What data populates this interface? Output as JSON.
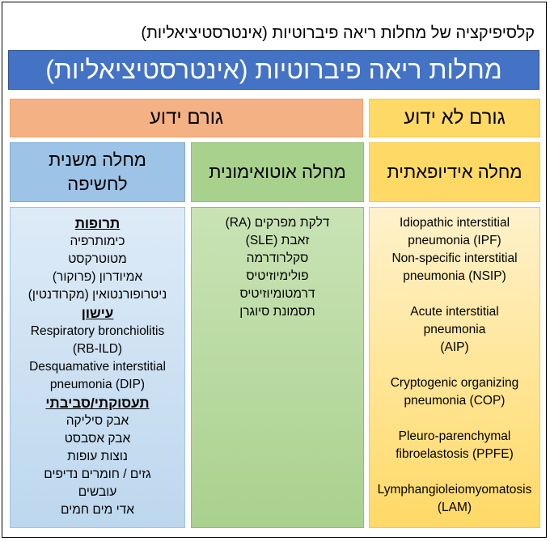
{
  "caption": "קלסיפיקציה של מחלות ריאה פיברוטיות (אינטרסטיציאליות)",
  "main_title": "מחלות ריאה פיברוטיות (אינטרסטיציאליות)",
  "headers": {
    "known_cause": "גורם ידוע",
    "unknown_cause": "גורם לא ידוע"
  },
  "categories": {
    "secondary_line1": "מחלה משנית",
    "secondary_line2": "לחשיפה",
    "autoimmune": "מחלה אוטואימונית",
    "idiopathic": "מחלה אידיופאתית"
  },
  "secondary": {
    "drugs_head": "תרופות",
    "drugs": [
      "כימותרפיה",
      "מטוטרקסט",
      "אמיודרון (פרוקור)",
      "ניטרופורנטואין (מקרודנטין)"
    ],
    "smoking_head": "עישון",
    "smoking": [
      "Respiratory bronchiolitis",
      "(RB-ILD)",
      "Desquamative interstitial",
      "pneumonia (DIP)"
    ],
    "occupational_head": "תעסוקתי/סביבתי",
    "occupational": [
      "אבק סיליקה",
      "אבק אסבסט",
      "נוצות עופות",
      "גזים / חומרים נדיפים",
      "עובשים",
      "אדי מים חמים"
    ]
  },
  "autoimmune_items": [
    "דלקת מפרקים (RA)",
    "זאבת (SLE)",
    "סקלרודרמה",
    "פולימיוזיטיס",
    "דרמטומיוזיטיס",
    "תסמונת סיוגרן"
  ],
  "idiopathic_items": [
    [
      "Idiopathic interstitial",
      "pneumonia (IPF)"
    ],
    [
      "Non-specific interstitial",
      "pneumonia (NSIP)"
    ],
    [
      "Acute interstitial",
      "pneumonia",
      "(AIP)"
    ],
    [
      "Cryptogenic organizing",
      "pneumonia (COP)"
    ],
    [
      "Pleuro-parenchymal",
      "fibroelastosis (PPFE)"
    ],
    [
      "Lymphangioleiomyomatosis",
      "(LAM)"
    ]
  ]
}
